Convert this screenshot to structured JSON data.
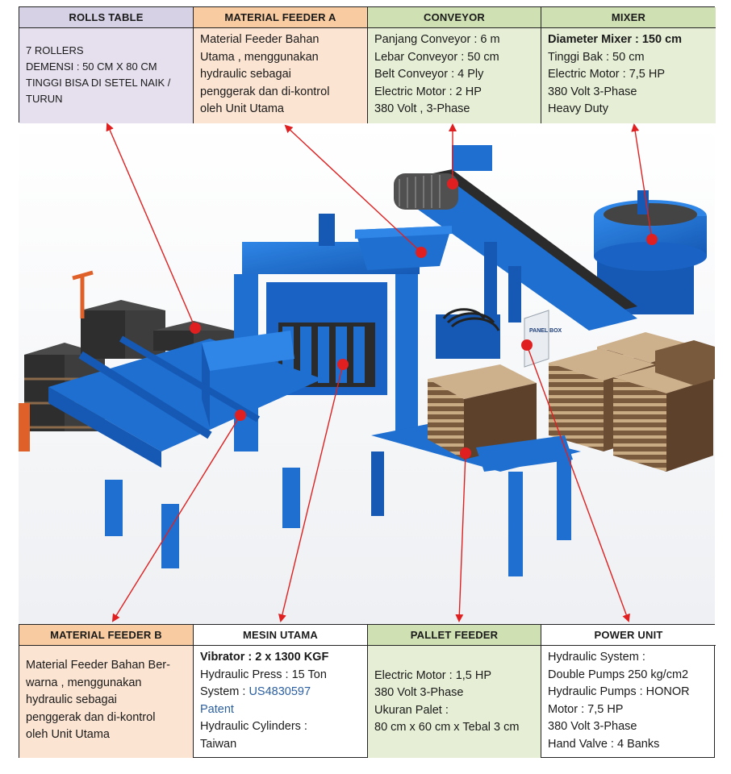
{
  "top_table": [
    {
      "key": "rolls",
      "header": "ROLLS TABLE",
      "header_color": "#d7d1e6",
      "lines": [
        "7 ROLLERS",
        "DEMENSI : 50 CM X 80 CM",
        "TINGGI BISA DI SETEL NAIK /",
        "TURUN"
      ]
    },
    {
      "key": "feeder_a",
      "header": "MATERIAL FEEDER A",
      "header_color": "#f8cba0",
      "lines": [
        "Material Feeder Bahan",
        "Utama , menggunakan",
        "hydraulic sebagai",
        "penggerak dan di-kontrol",
        "oleh Unit Utama"
      ]
    },
    {
      "key": "conveyor",
      "header": "CONVEYOR",
      "header_color": "#cfe0b3",
      "lines": [
        "Panjang Conveyor : 6 m",
        "Lebar Conveyor : 50 cm",
        "Belt Conveyor : 4 Ply",
        "Electric Motor : 2 HP",
        "380 Volt , 3-Phase"
      ]
    },
    {
      "key": "mixer",
      "header": "MIXER",
      "header_color": "#cfe0b3",
      "lines": [
        "Diameter Mixer : 150 cm",
        "Tinggi Bak : 50 cm",
        "Electric Motor : 7,5 HP",
        "380 Volt 3-Phase",
        "Heavy Duty"
      ]
    }
  ],
  "bottom_table": [
    {
      "key": "feeder_b",
      "header": "MATERIAL FEEDER B",
      "header_color": "#f8cba0",
      "lines": [
        "Material Feeder Bahan Ber-",
        "warna , menggunakan",
        "hydraulic sebagai",
        "penggerak dan di-kontrol",
        "oleh Unit Utama"
      ]
    },
    {
      "key": "mesin",
      "header": "MESIN UTAMA",
      "header_color": "#ffffff",
      "lines": [
        "Vibrator : 2 x 1300 KGF",
        "Hydraulic Press : 15 Ton",
        "System : ",
        "US4830597",
        "Patent",
        "Hydraulic Cylinders :",
        "Taiwan"
      ]
    },
    {
      "key": "pallet",
      "header": "PALLET FEEDER",
      "header_color": "#cfe0b3",
      "lines": [
        "Electric Motor : 1,5 HP",
        "380 Volt 3-Phase",
        "Ukuran Palet :",
        "80 cm x 60 cm x Tebal 3 cm"
      ]
    },
    {
      "key": "power",
      "header": "POWER UNIT",
      "header_color": "#ffffff",
      "lines": [
        "Hydraulic System :",
        "Double Pumps 250 kg/cm2",
        "Hydraulic Pumps : HONOR",
        "Motor : 7,5 HP",
        "380 Volt 3-Phase",
        "Hand Valve : 4 Banks"
      ]
    }
  ],
  "machine_labels": {
    "panel_box": "PANEL BOX"
  },
  "colors": {
    "machine_blue": "#1e6fd0",
    "machine_dark": "#0f4c98",
    "pointer_red": "#e02020",
    "pallet_wood": "#8a6a4a",
    "brick_gray": "#3a3a3a",
    "handle_orange": "#e0602a"
  }
}
